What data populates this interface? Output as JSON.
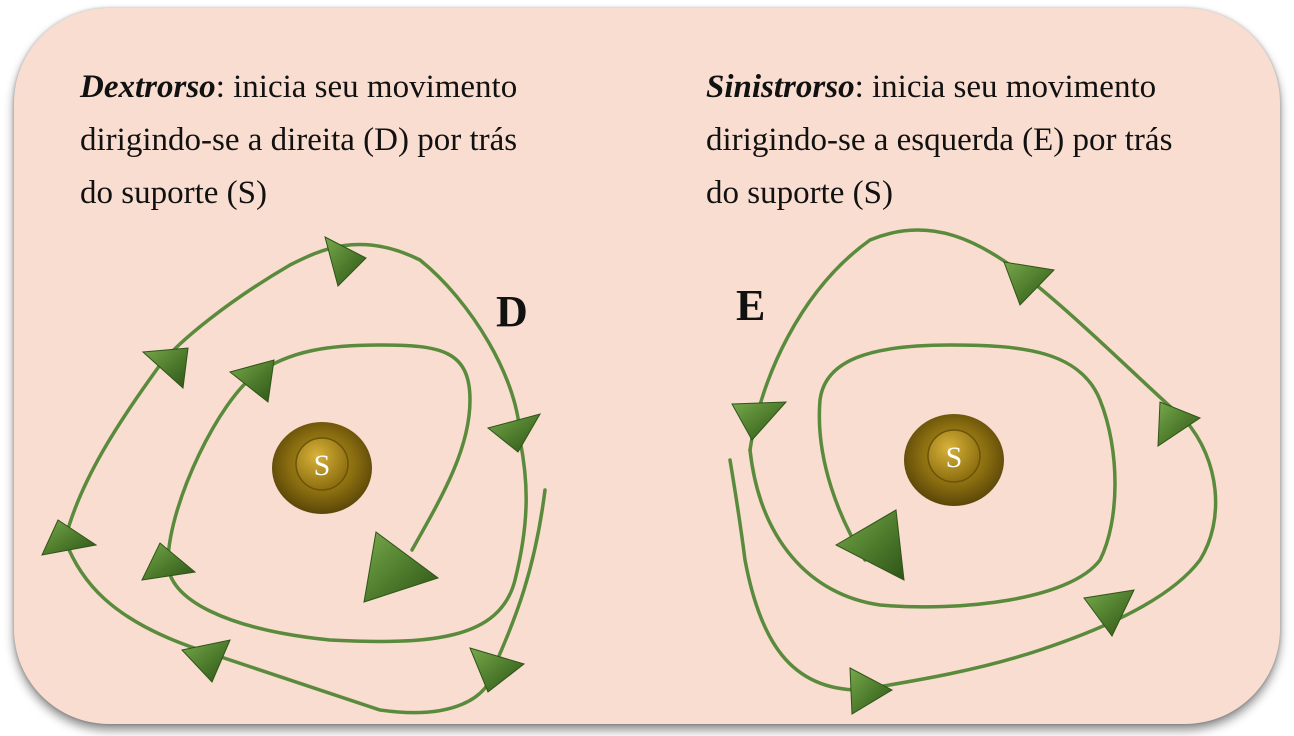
{
  "left_panel": {
    "term": "Dextrorso",
    "line1_rest": ": inicia seu movimento",
    "line2": "dirigindo-se a direita (D) por trás",
    "line3": "do suporte (S)",
    "direction_letter": "D",
    "support_label": "S"
  },
  "right_panel": {
    "term": "Sinistrorso",
    "line1_rest": ": inicia seu movimento",
    "line2": "dirigindo-se a esquerda (E) por trás",
    "line3": "do suporte (S)",
    "direction_letter": "E",
    "support_label": "S"
  },
  "colors": {
    "background": "#f8ddd0",
    "spiral_line": "#5a8a3c",
    "arrow_fill": "#4f7d2c",
    "support_ring": "#8a6d10",
    "support_center": "#a38314"
  }
}
